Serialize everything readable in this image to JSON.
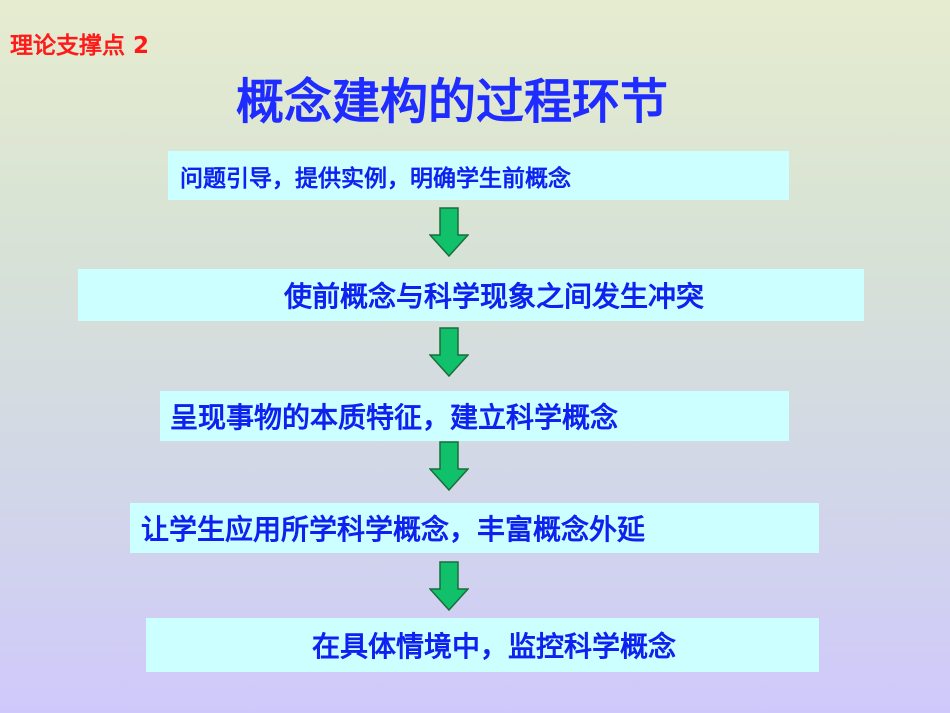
{
  "slide": {
    "tag": "理论支撑点 2",
    "title": "概念建构的过程环节",
    "steps": [
      {
        "label": "问题引导，提供实例，明确学生前概念"
      },
      {
        "label": "使前概念与科学现象之间发生冲突"
      },
      {
        "label": "呈现事物的本质特征，建立科学概念"
      },
      {
        "label": "让学生应用所学科学概念，丰富概念外延"
      },
      {
        "label": "在具体情境中，监控科学概念"
      }
    ],
    "colors": {
      "tag": "#ff1a1a",
      "title": "#1f2cff",
      "step_text": "#0d22ee",
      "step_box": "#ccffff",
      "arrow_fill": "#11c06a",
      "arrow_stroke": "#1a6e3a"
    },
    "arrow_icon": "down-arrow-icon"
  }
}
